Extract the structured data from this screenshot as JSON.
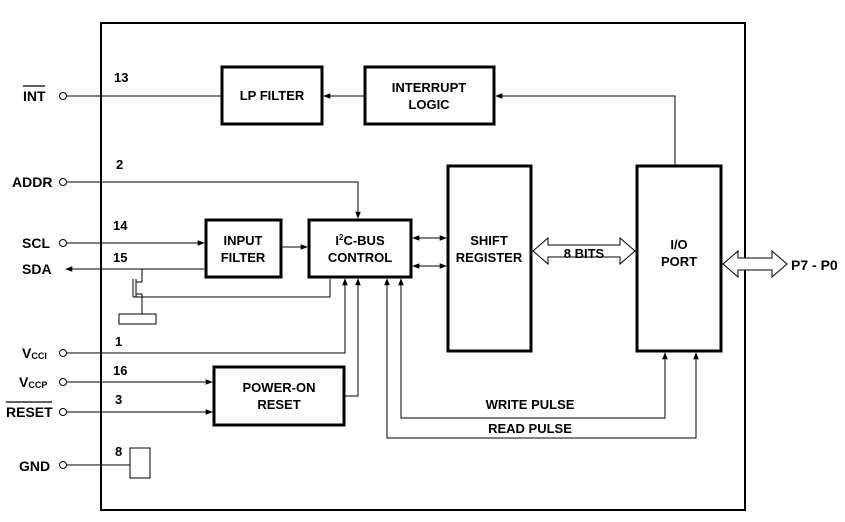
{
  "pins": {
    "int": {
      "label": "INT",
      "number": "13"
    },
    "addr": {
      "label": "ADDR",
      "number": "2"
    },
    "scl": {
      "label": "SCL",
      "number": "14"
    },
    "sda": {
      "label": "SDA",
      "number": "15"
    },
    "vcci": {
      "label_main": "V",
      "label_sub": "CCI",
      "number": "1"
    },
    "vccp": {
      "label_main": "V",
      "label_sub": "CCP",
      "number": "16"
    },
    "reset": {
      "label": "RESET",
      "number": "3"
    },
    "gnd": {
      "label": "GND",
      "number": "8"
    },
    "port": {
      "label": "P7 - P0"
    }
  },
  "blocks": {
    "lp_filter": {
      "line1": "LP FILTER"
    },
    "interrupt_logic": {
      "line1": "INTERRUPT",
      "line2": "LOGIC"
    },
    "input_filter": {
      "line1": "INPUT",
      "line2": "FILTER"
    },
    "i2c_control": {
      "line1_pre": "I",
      "line1_sup": "2",
      "line1_post": "C-BUS",
      "line2": "CONTROL"
    },
    "shift_register": {
      "line1": "SHIFT",
      "line2": "REGISTER"
    },
    "io_port": {
      "line1": "I/O",
      "line2": "PORT"
    },
    "power_on_reset": {
      "line1": "POWER-ON",
      "line2": "RESET"
    }
  },
  "signals": {
    "bus_width": "8 BITS",
    "write_pulse": "WRITE PULSE",
    "read_pulse": "READ PULSE"
  }
}
